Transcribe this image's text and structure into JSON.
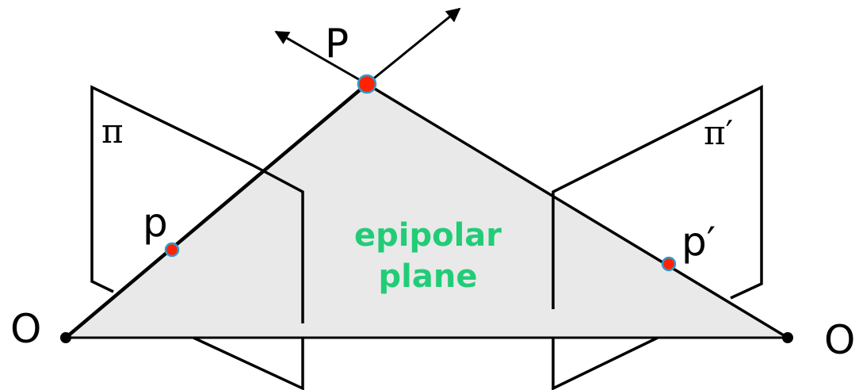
{
  "diagram": {
    "labels": {
      "point_P": "P",
      "image_point_p": "p",
      "image_point_p_prime": "p′",
      "image_plane_pi": "π",
      "image_plane_pi_prime": "π′",
      "center_left": "O",
      "center_right": "O",
      "plane_line1": "epipolar",
      "plane_line2": "plane"
    },
    "colors": {
      "plane_fill": "#e9e9e9",
      "stroke": "#000000",
      "point_fill": "#ff2200",
      "point_ring": "#3399cc",
      "plane_text": "#22cc77"
    }
  }
}
